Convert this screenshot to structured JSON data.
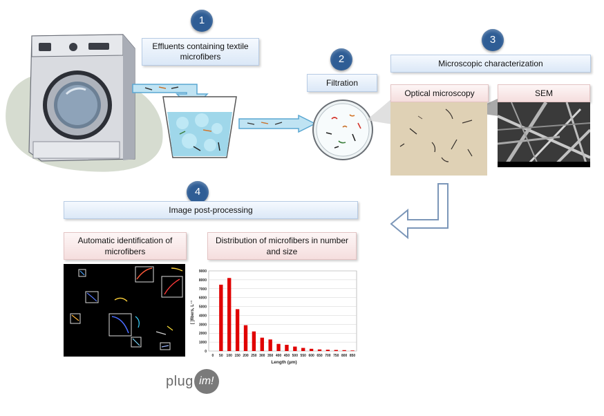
{
  "steps": [
    {
      "number": "1",
      "label": "Effluents containing textile microfibers"
    },
    {
      "number": "2",
      "label": "Filtration"
    },
    {
      "number": "3",
      "label": "Microscopic characterization"
    },
    {
      "number": "4",
      "label": "Image post-processing"
    }
  ],
  "sub_boxes": {
    "optical": "Optical microscopy",
    "sem": "SEM",
    "identification": "Automatic identification of microfibers",
    "distribution": "Distribution of microfibers in number and size"
  },
  "logo": {
    "prefix": "plug",
    "suffix": "im!"
  },
  "colors": {
    "step_circle": "#2f5d95",
    "bar": "#e00000",
    "arrow_outline": "#7b96b8"
  },
  "chart_data": {
    "type": "bar",
    "xlabel": "Length (µm)",
    "ylabel": "[ ]fibers, L⁻¹",
    "categories": [
      "0",
      "50",
      "100",
      "150",
      "200",
      "250",
      "300",
      "350",
      "400",
      "450",
      "500",
      "550",
      "600",
      "650",
      "700",
      "750",
      "800",
      "850"
    ],
    "values": [
      0,
      7450,
      8200,
      4700,
      2900,
      2200,
      1500,
      1300,
      800,
      700,
      500,
      350,
      250,
      180,
      150,
      120,
      100,
      60
    ],
    "yticks": [
      "0",
      "1000",
      "2000",
      "3000",
      "4000",
      "5000",
      "6000",
      "7000",
      "8000",
      "9000"
    ],
    "ylim": [
      0,
      9000
    ],
    "grid": true
  }
}
